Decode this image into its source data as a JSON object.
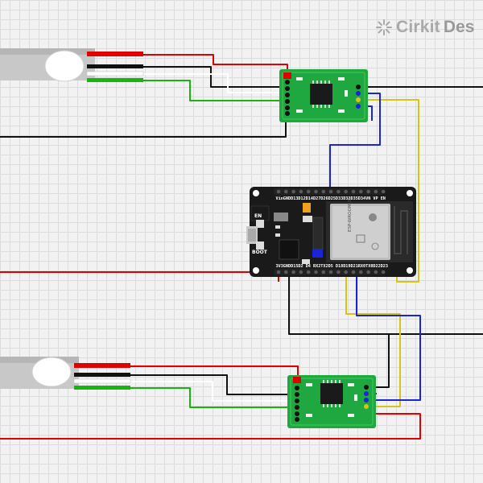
{
  "brand": {
    "name": "Cirkit",
    "suffix": "Des",
    "icon": "cirkit-logo-icon"
  },
  "esp32": {
    "top_pins": [
      "Vin",
      "GND",
      "D13",
      "D12",
      "D14",
      "D27",
      "D26",
      "D25",
      "D33",
      "D32",
      "D35",
      "D34",
      "VN",
      "VP",
      "EN"
    ],
    "bottom_pins": [
      "3V3",
      "GND",
      "D15",
      "D2",
      "D4",
      "RX2",
      "TX2",
      "D5",
      "D18",
      "D19",
      "D21",
      "RX0",
      "TX0",
      "D22",
      "D23"
    ],
    "en_label": "EN",
    "boot_label": "BOOT",
    "module_text": "ESP-WROOM-32"
  },
  "colors": {
    "wire_red": "#e00000",
    "wire_black": "#111111",
    "wire_white": "#ffffff",
    "wire_green": "#19b50f",
    "wire_blue": "#1a25d8",
    "wire_yellow": "#d6c418",
    "pcb_green": "#1fa83f",
    "board_black": "#1a1a1a"
  }
}
